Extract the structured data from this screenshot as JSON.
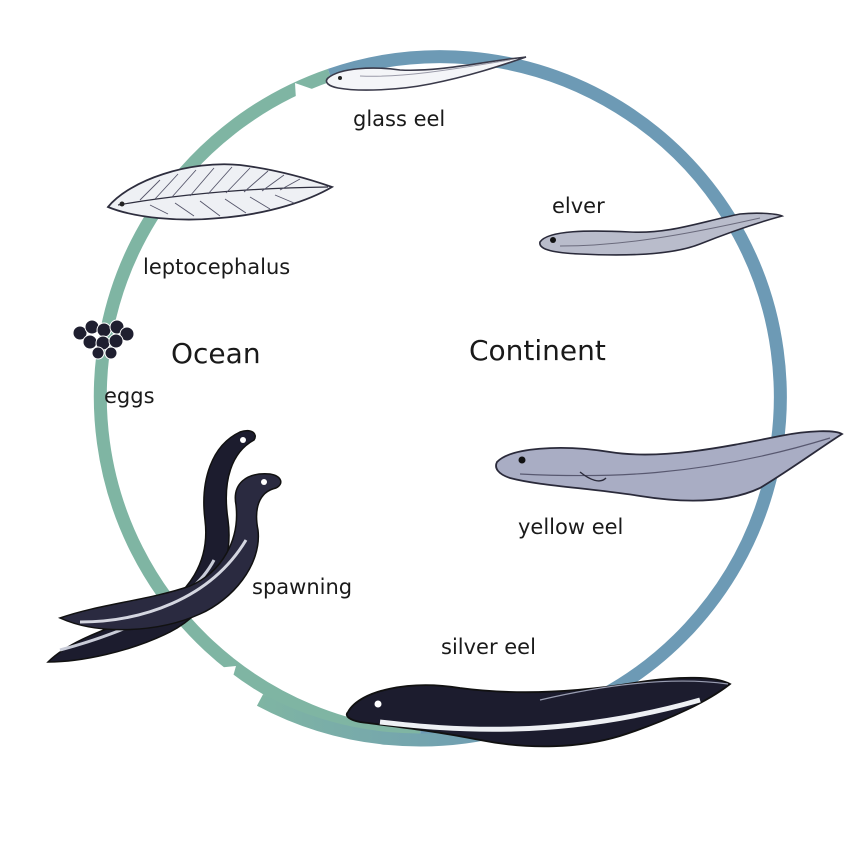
{
  "diagram": {
    "regions": {
      "ocean": "Ocean",
      "continent": "Continent"
    },
    "stages": {
      "glass_eel": "glass eel",
      "elver": "elver",
      "yellow_eel": "yellow eel",
      "silver_eel": "silver eel",
      "spawning": "spawning",
      "eggs": "eggs",
      "leptocephalus": "leptocephalus"
    },
    "colors": {
      "ocean_arc": "#7fb5a3",
      "continent_arc": "#6d9ab5",
      "divider_top": "#2a5f8c",
      "divider_bottom": "#2e8a76",
      "eel_dark": "#1c1c2e",
      "eel_light": "#b7bac9"
    }
  }
}
